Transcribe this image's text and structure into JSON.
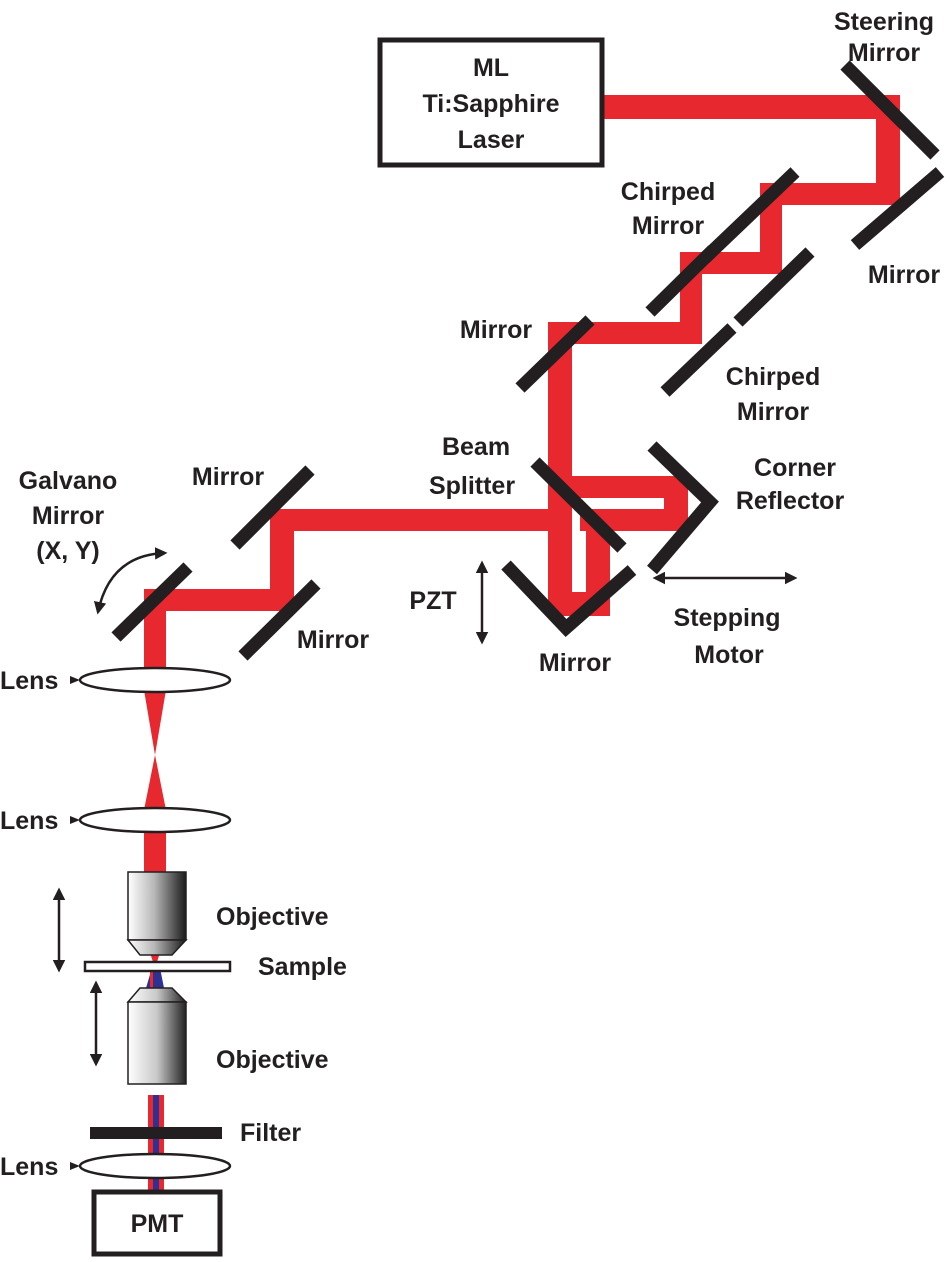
{
  "colors": {
    "beam_red": "#e8282f",
    "beam_blue": "#2e3192",
    "ink": "#231f20",
    "background": "#ffffff"
  },
  "labels": {
    "laser_line1": "ML",
    "laser_line2": "Ti:Sapphire",
    "laser_line3": "Laser",
    "steering_line1": "Steering",
    "steering_line2": "Mirror",
    "mirror_right": "Mirror",
    "chirped1_line1": "Chirped",
    "chirped1_line2": "Mirror",
    "chirped2_line1": "Chirped",
    "chirped2_line2": "Mirror",
    "mirror_mid": "Mirror",
    "beamsplitter_line1": "Beam",
    "beamsplitter_line2": "Splitter",
    "corner_line1": "Corner",
    "corner_line2": "Reflector",
    "pzt": "PZT",
    "mirror_roof": "Mirror",
    "stepping_line1": "Stepping",
    "stepping_line2": "Motor",
    "galvano_line1": "Galvano",
    "galvano_line2": "Mirror",
    "galvano_line3": "(X, Y)",
    "mirror_top_left": "Mirror",
    "mirror_lower_left": "Mirror",
    "lens1": "Lens",
    "lens2": "Lens",
    "objective1": "Objective",
    "sample": "Sample",
    "objective2": "Objective",
    "filter": "Filter",
    "lens3": "Lens",
    "pmt": "PMT"
  },
  "icons": {
    "double_arrow": "double-headed-arrow-icon",
    "curved_arrow": "curved-double-arrow-icon"
  }
}
